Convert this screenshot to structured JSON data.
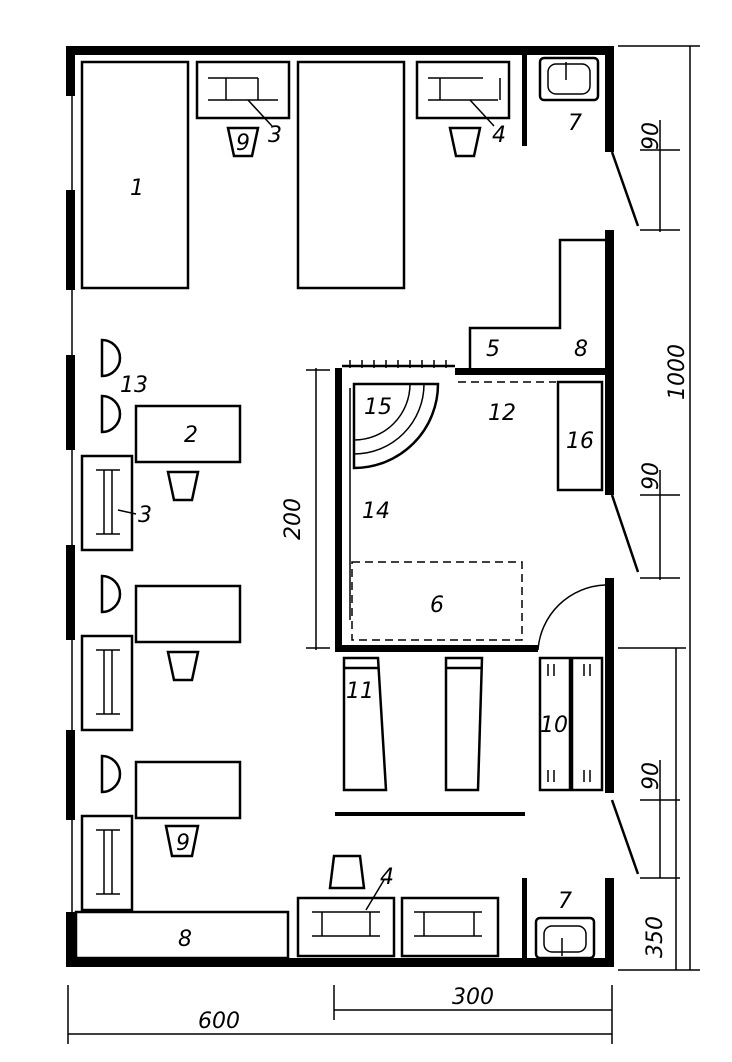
{
  "labels": {
    "l1": "1",
    "l2": "2",
    "l3a": "3",
    "l3b": "3",
    "l4a": "4",
    "l4b": "4",
    "l5": "5",
    "l6": "6",
    "l7a": "7",
    "l7b": "7",
    "l8a": "8",
    "l8b": "8",
    "l9a": "9",
    "l9b": "9",
    "l10": "10",
    "l11": "11",
    "l12": "12",
    "l13": "13",
    "l14": "14",
    "l15": "15",
    "l16": "16"
  },
  "dimensions": {
    "width_total": "600",
    "width_right": "300",
    "height_total": "1000",
    "inner_height": "200",
    "door_top": "90",
    "door_mid": "90",
    "door_bottom": "90",
    "bottom_right": "350"
  }
}
